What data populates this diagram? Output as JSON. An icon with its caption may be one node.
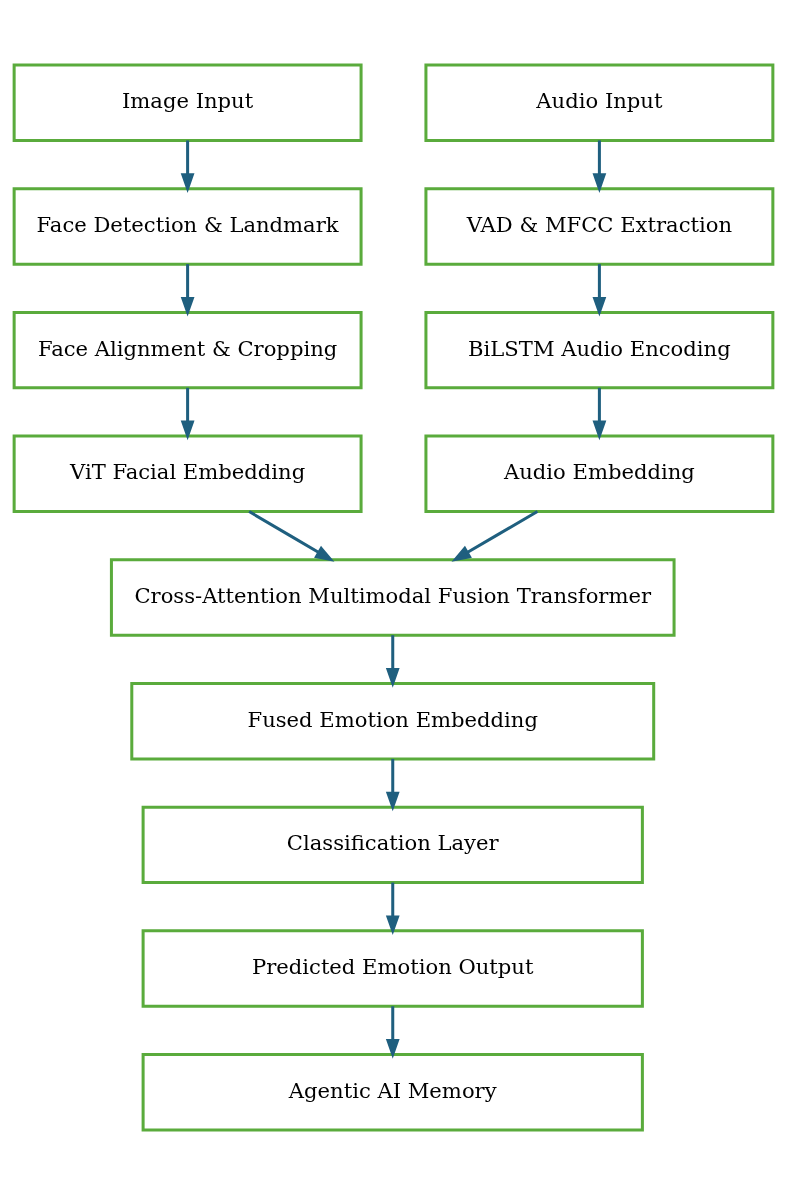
{
  "diagram": {
    "nodes": [
      {
        "text": [
          "Image Input"
        ]
      },
      {
        "text": [
          "Face Detection & Landmark"
        ]
      },
      {
        "text": [
          "Face Alignment & Cropping"
        ]
      },
      {
        "text": [
          "ViT Facial Embedding"
        ]
      },
      {
        "text": [
          "Audio Input"
        ]
      },
      {
        "text": [
          "VAD & MFCC Extraction"
        ]
      },
      {
        "text": [
          "BiLSTM Audio Encoding"
        ]
      },
      {
        "text": [
          "Audio Embedding"
        ]
      },
      {
        "text": [
          "Cross-Attention Multimodal Fusion Transformer"
        ]
      },
      {
        "text": [
          "Fused Emotion Embedding"
        ]
      },
      {
        "text": [
          "Classification Layer"
        ]
      },
      {
        "text": [
          "Predicted Emotion Output"
        ]
      },
      {
        "text": [
          "Agentic AI Memory"
        ]
      }
    ],
    "edges": [
      {
        "from": 0,
        "to": 1,
        "arrow": "to"
      },
      {
        "from": 1,
        "to": 2,
        "arrow": "to"
      },
      {
        "from": 2,
        "to": 3,
        "arrow": "to"
      },
      {
        "from": 4,
        "to": 5,
        "arrow": "to"
      },
      {
        "from": 5,
        "to": 6,
        "arrow": "to"
      },
      {
        "from": 6,
        "to": 7,
        "arrow": "to"
      },
      {
        "from": 3,
        "to": 8,
        "arrow": "to"
      },
      {
        "from": 7,
        "to": 8,
        "arrow": "to"
      },
      {
        "from": 8,
        "to": 9,
        "arrow": "to"
      },
      {
        "from": 9,
        "to": 10,
        "arrow": "to"
      },
      {
        "from": 10,
        "to": 11,
        "arrow": "to"
      },
      {
        "from": 11,
        "to": 12,
        "arrow": "to"
      }
    ]
  }
}
